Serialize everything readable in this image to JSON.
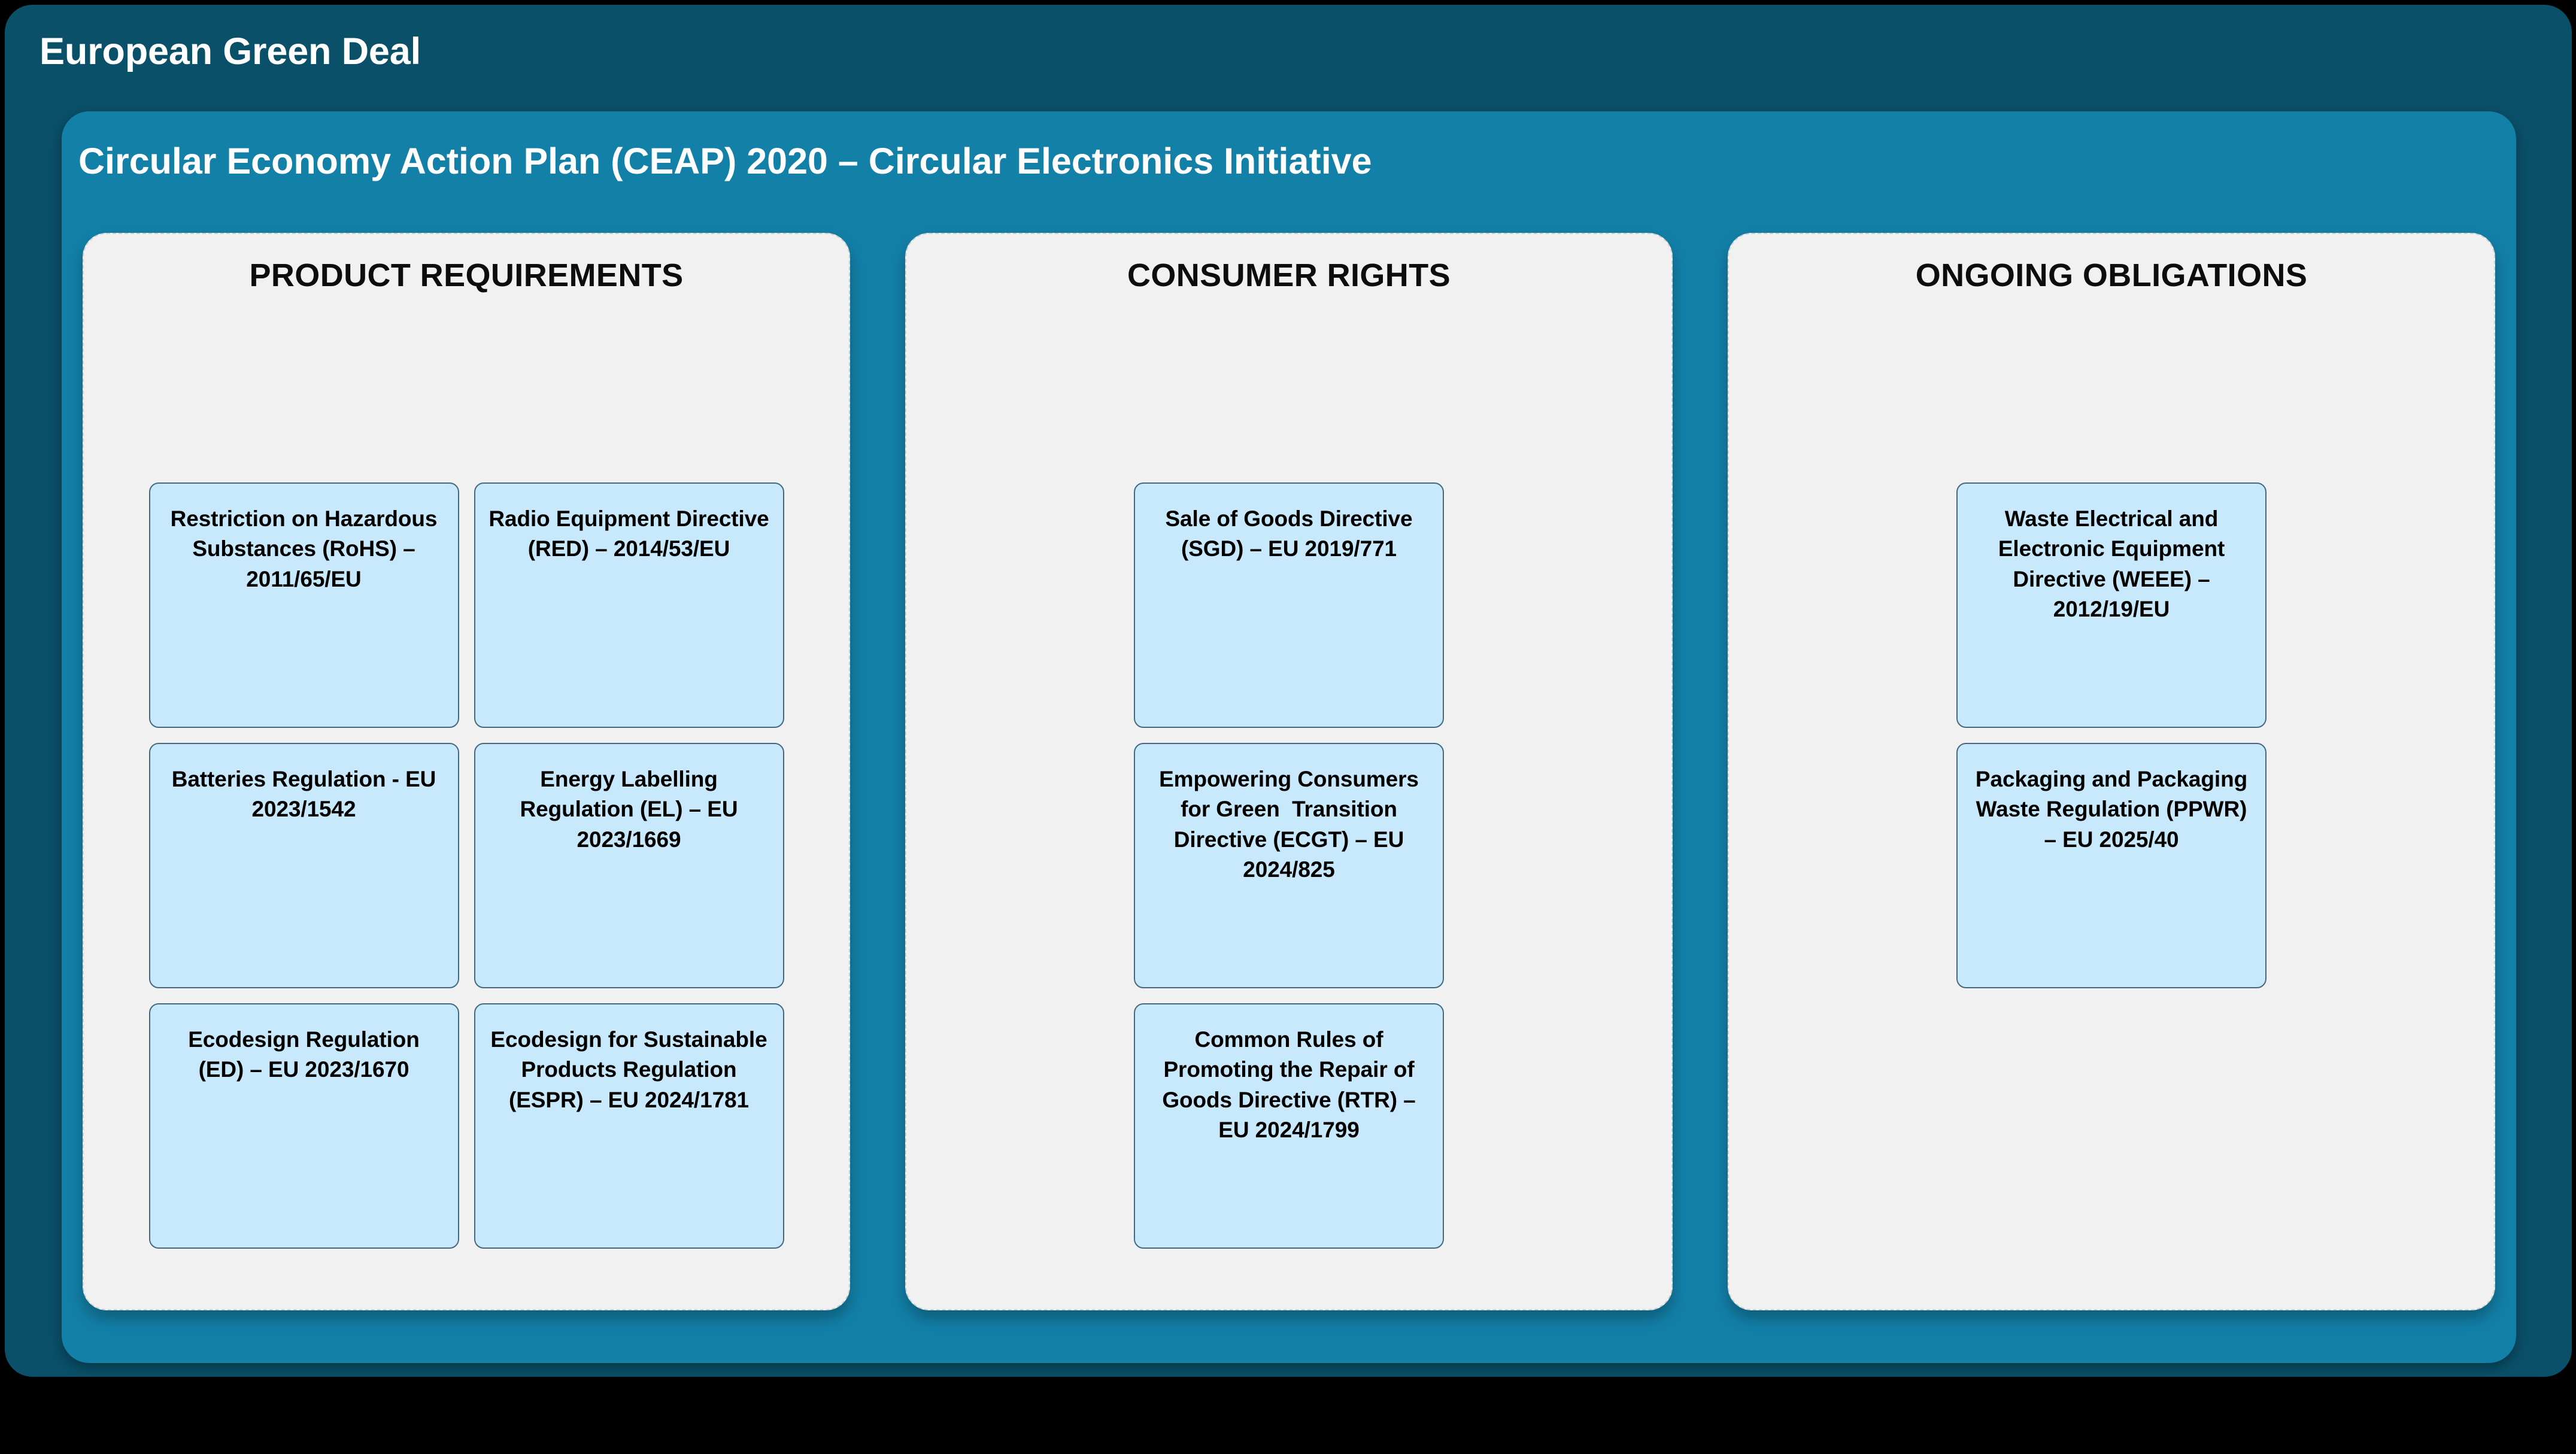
{
  "header": {
    "title": "European Green Deal"
  },
  "panel": {
    "title": "Circular Economy Action Plan (CEAP) 2020 – Circular Electronics Initiative"
  },
  "colors": {
    "outer_frame": "#0a5069",
    "panel": "#1380a8",
    "column_background": "#f1f1f1",
    "card_fill": "#c8e9fb",
    "card_border": "#44697e",
    "page_background": "#000000",
    "title_text": "#ffffff",
    "body_text": "#000000"
  },
  "columns": [
    {
      "id": "product-requirements",
      "title": "PRODUCT REQUIREMENTS",
      "rows": [
        [
          {
            "label": "Restriction on Hazardous Substances (RoHS) – 2011/65/EU"
          },
          {
            "label": "Radio Equipment Directive (RED) – 2014/53/EU"
          }
        ],
        [
          {
            "label": "Batteries Regulation - EU 2023/1542"
          },
          {
            "label": "Energy Labelling Regulation (EL) – EU 2023/1669"
          }
        ],
        [
          {
            "label": "Ecodesign Regulation (ED) – EU 2023/1670"
          },
          {
            "label": "Ecodesign for Sustainable Products Regulation (ESPR) – EU 2024/1781"
          }
        ]
      ]
    },
    {
      "id": "consumer-rights",
      "title": "CONSUMER RIGHTS",
      "rows": [
        [
          {
            "label": "Sale of Goods Directive (SGD) – EU 2019/771"
          }
        ],
        [
          {
            "label": "Empowering Consumers for Green  Transition Directive (ECGT) – EU 2024/825"
          }
        ],
        [
          {
            "label": "Common Rules of Promoting the Repair of Goods Directive (RTR) – EU 2024/1799"
          }
        ]
      ]
    },
    {
      "id": "ongoing-obligations",
      "title": "ONGOING OBLIGATIONS",
      "rows": [
        [
          {
            "label": "Waste Electrical and Electronic Equipment Directive (WEEE) – 2012/19/EU"
          }
        ],
        [
          {
            "label": "Packaging and Packaging Waste Regulation (PPWR) – EU 2025/40"
          }
        ]
      ]
    }
  ]
}
